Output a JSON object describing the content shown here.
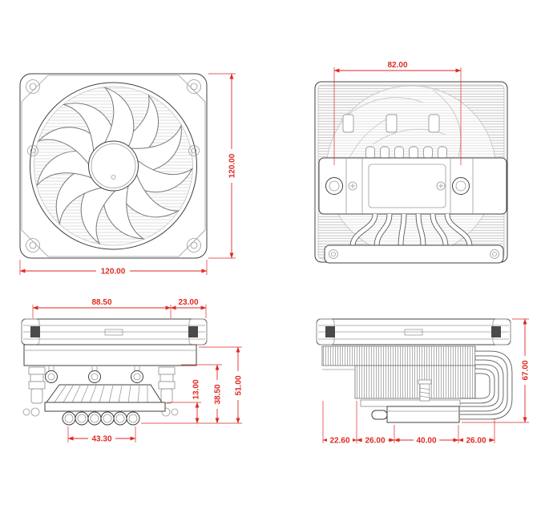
{
  "colors": {
    "dimension": "#de2a22",
    "line": "#404040",
    "line_light": "#9a9a9a",
    "fin": "#b4b4b4"
  },
  "views": {
    "fan_front": {
      "dim_width": "120.00",
      "dim_height": "120.00"
    },
    "top": {
      "dim_width": "82.00"
    },
    "side_left": {
      "dim_width_main": "88.50",
      "dim_width_offset": "23.00",
      "dim_height_base": "13.00",
      "dim_height_mid": "38.50",
      "dim_height_total": "51.00",
      "dim_heatpipe_span": "43.30"
    },
    "side_right": {
      "dim_seg_1": "22.60",
      "dim_seg_2": "26.00",
      "dim_seg_3": "40.00",
      "dim_seg_4": "26.00",
      "dim_height_total": "67.00"
    }
  }
}
